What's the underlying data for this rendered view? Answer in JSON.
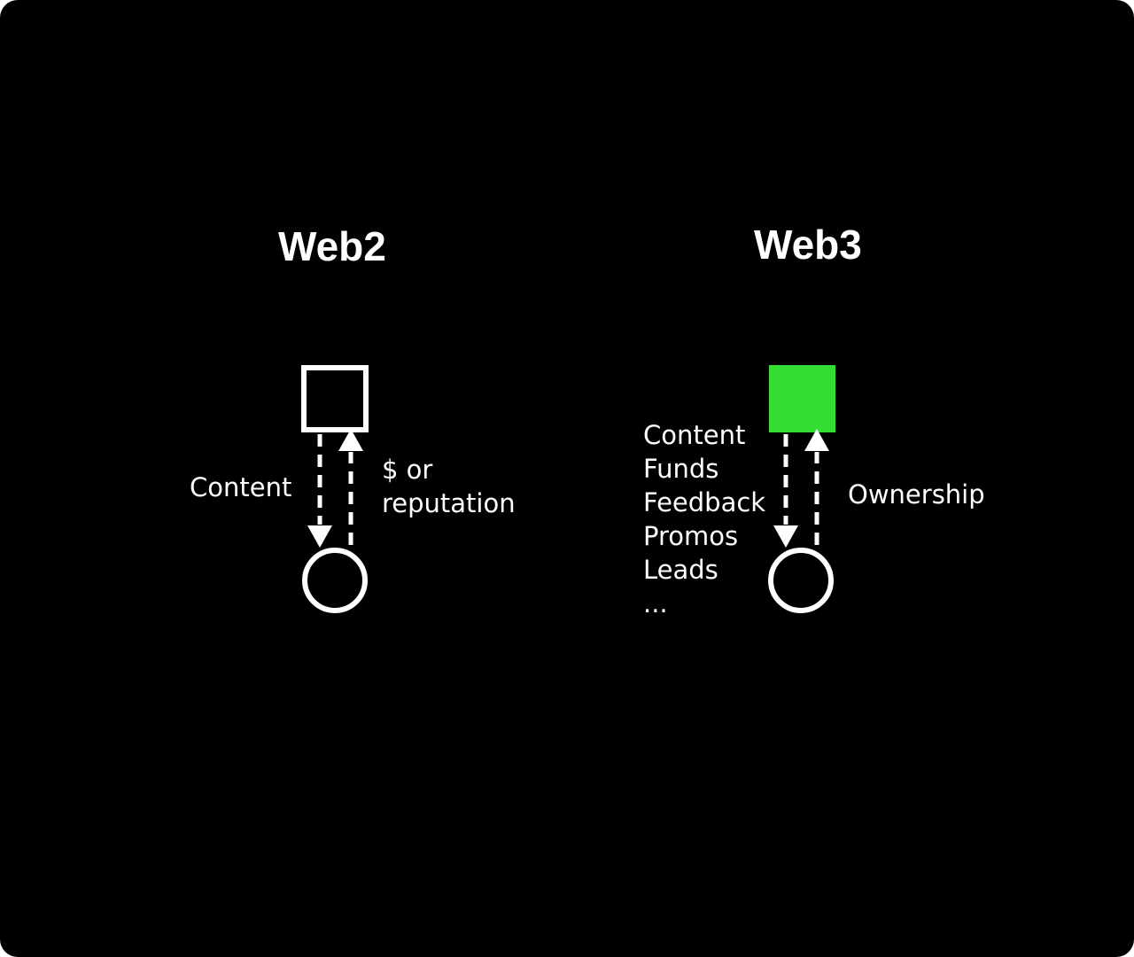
{
  "colors": {
    "background": "#000000",
    "foreground": "#ffffff",
    "web3_accent": "#33dd33"
  },
  "web2": {
    "title": "Web2",
    "top_shape": "outlined-square",
    "bottom_shape": "outlined-circle",
    "down_label": "Content",
    "up_label_lines": [
      "$ or",
      "reputation"
    ]
  },
  "web3": {
    "title": "Web3",
    "top_shape": "filled-green-square",
    "bottom_shape": "outlined-circle",
    "down_label_lines": [
      "Content",
      "Funds",
      "Feedback",
      "Promos",
      "Leads",
      "..."
    ],
    "up_label": "Ownership"
  }
}
